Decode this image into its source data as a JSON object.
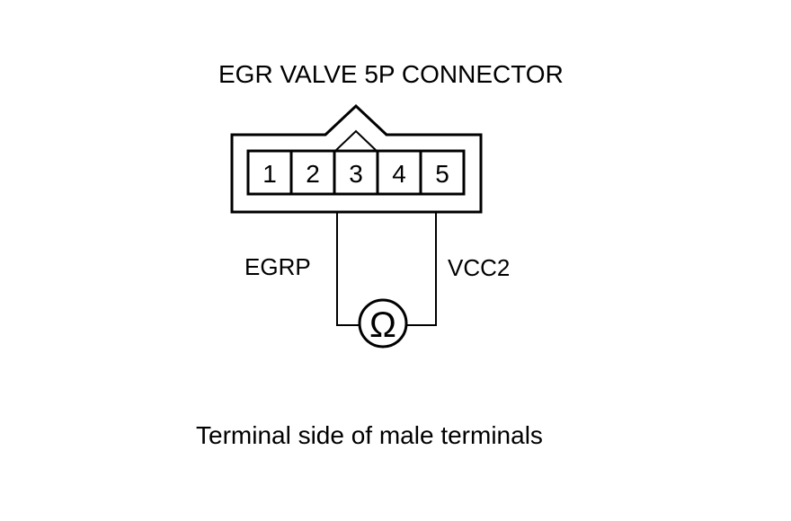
{
  "title": "EGR VALVE 5P CONNECTOR",
  "connector": {
    "pins": [
      "1",
      "2",
      "3",
      "4",
      "5"
    ]
  },
  "wires": {
    "left_label": "EGRP",
    "right_label": "VCC2"
  },
  "meter": {
    "symbol": "Ω"
  },
  "caption": "Terminal side of male terminals"
}
